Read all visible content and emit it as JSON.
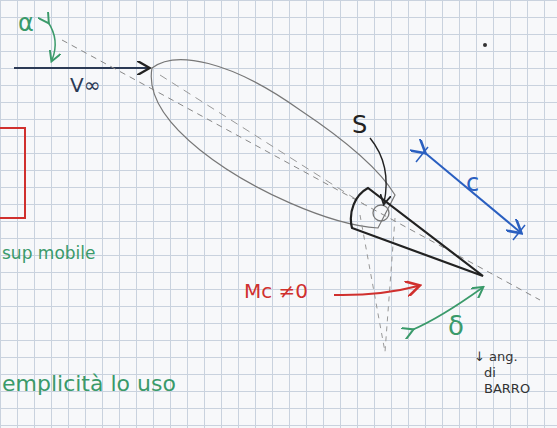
{
  "diagram": {
    "labels": [
      "α",
      "V∞",
      "sup mobile",
      "S",
      "c",
      "Mc ≠0",
      "δ",
      "↓ ang.",
      "di",
      "BARRO",
      "emplicità lo uso"
    ]
  }
}
